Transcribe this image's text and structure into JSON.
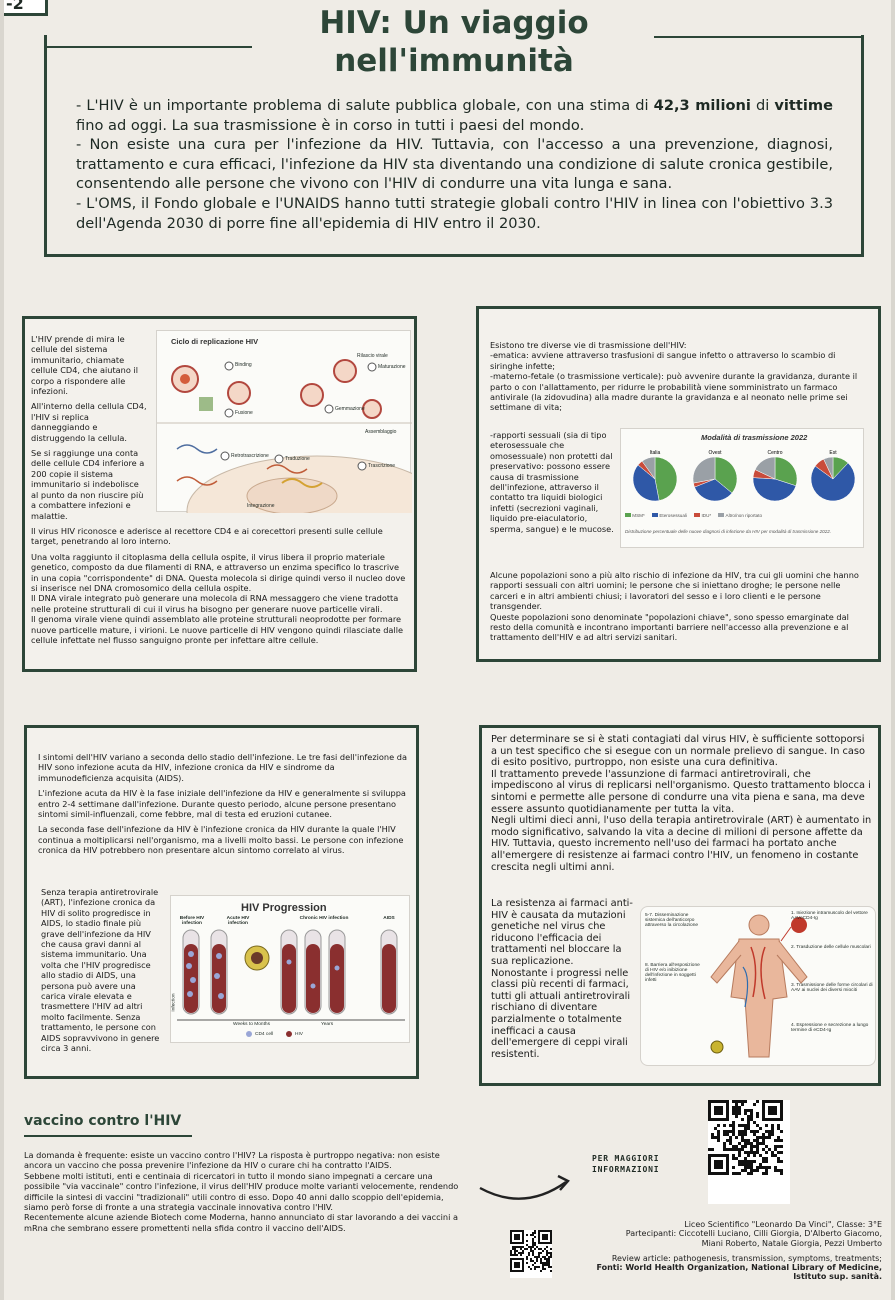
{
  "header": {
    "corner_label": "-2",
    "title_line1": "HIV: Un viaggio",
    "title_line2": "nell'immunità"
  },
  "intro": {
    "p1_a": "- L'HIV è un importante problema di salute pubblica globale, con una stima di ",
    "p1_b": "42,3 milioni",
    "p1_c": " di ",
    "p1_d": "vittime",
    "p1_e": " fino ad oggi. La sua trasmissione è in corso in tutti i paesi del mondo.",
    "p2": "- Non esiste una cura per l'infezione da HIV. Tuttavia, con l'accesso a una prevenzione, diagnosi, trattamento e cura efficaci, l'infezione da HIV sta diventando una condizione di salute cronica gestibile, consentendo alle persone che vivono con l'HIV di condurre una vita lunga e sana.",
    "p3": "- L'OMS, il Fondo globale e l'UNAIDS hanno tutti strategie globali contro l'HIV in linea con l'obiettivo 3.3 dell'Agenda 2030 di porre fine all'epidemia di HIV entro il 2030."
  },
  "panel1": {
    "side1": "L'HIV prende di mira le cellule del sistema immunitario, chiamate cellule CD4, che aiutano il corpo a rispondere alle infezioni.",
    "side2": "All'interno della cellula CD4, l'HIV si replica danneggiando e distruggendo la cellula.",
    "side3": "Se si raggiunge una conta delle cellule CD4 inferiore a 200 copie il sistema immunitario si indebolisce al punto da non riuscire più a combattere infezioni e malattie.",
    "fig_title": "Ciclo di replicazione HIV",
    "fig_labels": [
      "Binding",
      "Fusione",
      "Retrotrascrizione",
      "Integrazione",
      "Trascrizione",
      "Assemblaggio",
      "Gemmazione",
      "Maturazione",
      "Rilascio virale",
      "Traduzione"
    ],
    "p1": "Il virus HIV riconosce e aderisce al recettore CD4 e ai corecettori presenti sulle cellule target, penetrando al loro interno.",
    "p2": "Una volta raggiunto il citoplasma della cellula ospite, il virus libera il proprio materiale genetico, composto da due filamenti di RNA, e attraverso un enzima specifico lo trascrive in una copia \"corrispondente\" di DNA. Questa molecola si dirige quindi verso il nucleo dove si inserisce nel DNA cromosomico della cellula ospite.",
    "p3": "Il DNA virale integrato può generare una molecola di RNA messaggero che viene tradotta nelle proteine strutturali di cui il virus ha bisogno per generare nuove particelle virali.",
    "p4": "Il genoma virale viene quindi assemblato alle proteine strutturali neoprodotte per formare nuove particelle mature, i virioni. Le nuove particelle di HIV vengono quindi rilasciate dalle cellule infettate nel flusso sanguigno pronte per infettare altre cellule."
  },
  "panel2": {
    "p1": "Esistono tre diverse vie di trasmissione dell'HIV:",
    "p2": "-ematica: avviene attraverso trasfusioni di sangue infetto o attraverso lo scambio di siringhe infette;",
    "p3": "-materno-fetale (o trasmissione verticale): può avvenire durante la gravidanza, durante il parto o con l'allattamento, per ridurre le probabilità viene somministrato un farmaco antivirale (la zidovudina) alla madre durante la gravidanza e al neonato nelle prime sei settimane di vita;",
    "side": "-rapporti sessuali (sia di tipo eterosessuale che omosessuale) non protetti dal preservativo: possono essere causa di trasmissione dell'infezione, attraverso il contatto tra liquidi biologici infetti (secrezioni vaginali, liquido pre-eiaculatorio, sperma, sangue) e le mucose.",
    "chart_title": "Modalità di trasmissione 2022",
    "chart_legend": [
      "MSM*",
      "Eterosessuali",
      "IDU*",
      "Altro/non riportato"
    ],
    "chart_regions": [
      "Italia",
      "Ovest",
      "Centro",
      "Est"
    ],
    "chart_caption": "Distribuzione percentuale delle nuove diagnosi di infezione da HIV per modalità di trasmissione 2022.",
    "p4": "Alcune popolazioni sono a più alto rischio di infezione da HIV, tra cui gli uomini che hanno rapporti sessuali con altri uomini; le persone che si iniettano droghe; le persone nelle carceri e in altri ambienti chiusi; i lavoratori del sesso e i loro clienti e le persone transgender.",
    "p5": "Queste popolazioni sono denominate \"popolazioni chiave\", sono spesso emarginate dal resto della comunità e incontrano importanti barriere nell'accesso alla prevenzione e al trattamento dell'HIV e ad altri servizi sanitari."
  },
  "panel3": {
    "p1": "I sintomi dell'HIV variano a seconda dello stadio dell'infezione. Le tre fasi dell'infezione da HIV sono infezione acuta da HIV, infezione cronica da HIV e sindrome da immunodeficienza acquisita (AIDS).",
    "p2": "L'infezione acuta da HIV è la fase iniziale dell'infezione da HIV e generalmente si sviluppa entro 2-4 settimane dall'infezione. Durante questo periodo, alcune persone presentano sintomi simil-influenzali, come febbre, mal di testa ed eruzioni cutanee.",
    "p3": "La seconda fase dell'infezione da HIV è l'infezione cronica da HIV durante la quale l'HIV continua a moltiplicarsi nell'organismo, ma a livelli molto bassi. Le persone con infezione cronica da HIV potrebbero non presentare alcun sintomo correlato al virus.",
    "side": "Senza terapia antiretrovirale (ART), l'infezione cronica da HIV di solito progredisce in AIDS, lo stadio finale più grave dell'infezione da HIV che causa gravi danni al sistema immunitario. Una volta che l'HIV progredisce allo stadio di AIDS, una persona può avere una carica virale elevata e trasmettere l'HIV ad altri molto facilmente. Senza trattamento, le persone con AIDS sopravvivono in genere circa 3 anni.",
    "fig_title": "HIV Progression",
    "fig_stages": [
      "Before HIV infection",
      "Acute HIV infection",
      "Chronic HIV infection",
      "AIDS"
    ],
    "fig_axis": [
      "Infection",
      "Weeks to Months",
      "Years"
    ],
    "fig_legend": [
      "CD4 cell",
      "HIV"
    ]
  },
  "panel4": {
    "p1": "Per determinare se si è stati contagiati dal virus HIV, è sufficiente sottoporsi a un test specifico che si esegue con un normale prelievo di sangue. In caso di esito positivo, purtroppo, non esiste una cura definitiva.",
    "p2": "Il trattamento prevede l'assunzione di farmaci antiretrovirali, che impediscono al virus di replicarsi nell'organismo. Questo trattamento blocca i sintomi e permette alle persone di condurre una vita piena e sana, ma deve essere assunto quotidianamente per tutta la vita.",
    "p3": "Negli ultimi dieci anni, l'uso della terapia antiretrovirale (ART) è aumentato in modo significativo, salvando la vita a decine di milioni di persone affette da HIV. Tuttavia, questo incremento nell'uso dei farmaci ha portato anche all'emergere di resistenze ai farmaci contro l'HIV, un fenomeno in costante crescita negli ultimi anni.",
    "side": "La resistenza ai farmaci anti-HIV è causata da mutazioni genetiche nel virus che riducono l'efficacia dei trattamenti nel bloccare la sua replicazione. Nonostante i progressi nelle classi più recenti di farmaci, tutti gli attuali antiretrovirali rischiano di diventare parzialmente o totalmente inefficaci a causa dell'emergere di ceppi virali resistenti.",
    "fig_labels": [
      "1. Iniezione intramuscolo del vettore AAVeCD4-Ig",
      "2. Trasduzione delle cellule muscolari",
      "3. Trasmissione delle forme circolari di AAV ai nuclei dei diversi miociti",
      "4. Espressione e secrezione a lungo termine di eCD4-Ig",
      "5-7. Disseminazione sistemica dell'anticorpo attraverso la circolazione",
      "8. Barriera all'esposizione di HIV e/o inibizione dell'infezione in soggetti infetti"
    ]
  },
  "vaccine": {
    "title": "vaccino contro l'HIV",
    "p1": "La domanda è frequente: esiste un vaccino contro l'HIV? La risposta è purtroppo negativa: non esiste ancora un vaccino che possa prevenire l'infezione da HIV o curare chi ha contratto l'AIDS.",
    "p2": "Sebbene molti istituti, enti e centinaia di ricercatori in tutto il mondo siano impegnati a cercare una possibile \"via vaccinale\" contro l'infezione, il virus dell'HIV produce molte varianti velocemente, rendendo difficile la sintesi di vaccini \"tradizionali\" utili contro di esso. Dopo 40 anni dallo scoppio dell'epidemia, siamo però forse di fronte a una strategia vaccinale innovativa contro l'HIV.",
    "p3": "Recentemente alcune aziende Biotech come Moderna, hanno annunciato di star lavorando a dei vaccini a mRna che sembrano essere promettenti nella sfida contro il vaccino dell'AIDS."
  },
  "footer": {
    "more_info": "PER MAGGIORI INFORMAZIONI",
    "school": "Liceo Scientifico \"Leonardo Da Vinci\", Classe: 3°E",
    "participants": "Partecipanti: Ciccotelli Luciano, Cilli Giorgia, D'Alberto Giacomo, Miani Roberto, Natale Giorgia, Pezzi Umberto",
    "review": "Review article: pathogenesis, transmission, symptoms, treatments;",
    "sources": "Fonti: World Health Organization, National Library of Medicine, Istituto sup. sanità."
  }
}
